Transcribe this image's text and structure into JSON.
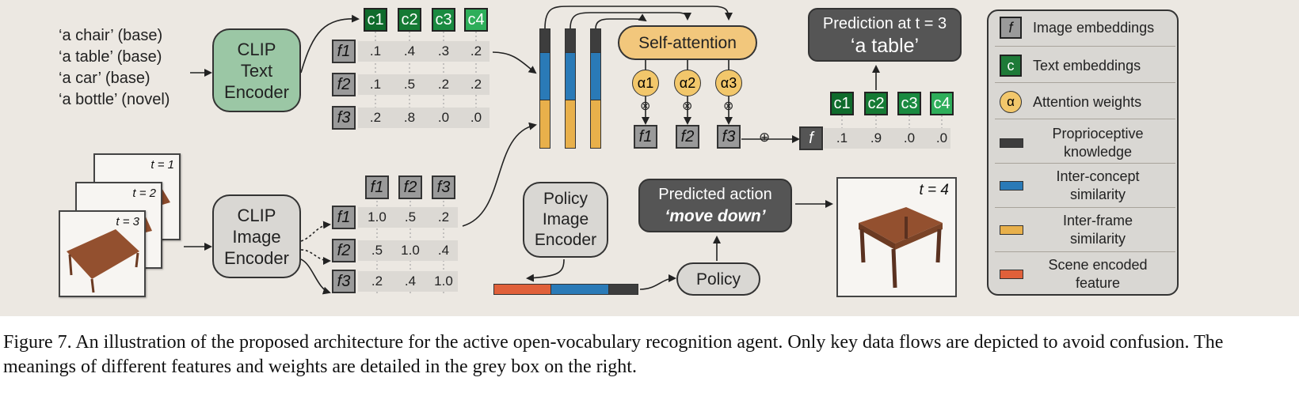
{
  "text_prompts": [
    "‘a chair’ (base)",
    "‘a table’ (base)",
    "‘a car’ (base)",
    "‘a bottle’ (novel)"
  ],
  "clip_text_encoder": [
    "CLIP",
    "Text",
    "Encoder"
  ],
  "clip_image_encoder": [
    "CLIP",
    "Image",
    "Encoder"
  ],
  "policy_image_encoder": [
    "Policy",
    "Image",
    "Encoder"
  ],
  "policy_label": "Policy",
  "self_attention_label": "Self-attention",
  "frames": [
    "t = 1",
    "t = 2",
    "t = 3"
  ],
  "output_frame_label": "t = 4",
  "text_symbols": [
    "c1",
    "c2",
    "c3",
    "c4"
  ],
  "image_symbols": [
    "f1",
    "f2",
    "f3"
  ],
  "alpha_symbols": [
    "α1",
    "α2",
    "α3"
  ],
  "text_sim_table": [
    [
      ".1",
      ".4",
      ".3",
      ".2"
    ],
    [
      ".1",
      ".5",
      ".2",
      ".2"
    ],
    [
      ".2",
      ".8",
      ".0",
      ".0"
    ]
  ],
  "frame_sim_table": [
    [
      "1.0",
      ".5",
      ".2"
    ],
    [
      ".5",
      "1.0",
      ".4"
    ],
    [
      ".2",
      ".4",
      "1.0"
    ]
  ],
  "fused_symbol": "f",
  "fused_scores": [
    ".1",
    ".9",
    ".0",
    ".0"
  ],
  "op_symbols": {
    "multiply": "⊗",
    "add": "⊕"
  },
  "prediction": {
    "title": "Prediction at t = 3",
    "value": "‘a table’"
  },
  "action": {
    "title": "Predicted action",
    "value": "‘move down’"
  },
  "legend": [
    {
      "icon": "f",
      "label": "Image embeddings",
      "color": "#9a9a9a"
    },
    {
      "icon": "c",
      "label": "Text embeddings",
      "color": "#1e7a38"
    },
    {
      "icon": "α",
      "label": "Attention weights",
      "color": "#f2c76b"
    },
    {
      "icon": "",
      "label": "Proprioceptive knowledge",
      "color": "#3d3d3d"
    },
    {
      "icon": "",
      "label": "Inter-concept similarity",
      "color": "#2a7ab7"
    },
    {
      "icon": "",
      "label": "Inter-frame similarity",
      "color": "#e8b04b"
    },
    {
      "icon": "",
      "label": "Scene encoded feature",
      "color": "#e0603a"
    }
  ],
  "colors": {
    "text_embed": [
      "#0f6b2c",
      "#157a34",
      "#1a8a40",
      "#2eae5a"
    ],
    "clip_text_fill": "#9bc7a5",
    "grey_box": "#d9d7d3",
    "dark_box": "#555555",
    "attention": "#f2c76b",
    "self_attention": "#f2c77c",
    "proprio": "#3d3d3d",
    "inter_concept": "#2a7ab7",
    "inter_frame": "#e8b04b",
    "scene": "#e0603a"
  },
  "caption": "Figure 7. An illustration of the proposed architecture for the active open-vocabulary recognition agent. Only key data flows are depicted to avoid confusion. The meanings of different features and weights are detailed in the grey box on the right."
}
